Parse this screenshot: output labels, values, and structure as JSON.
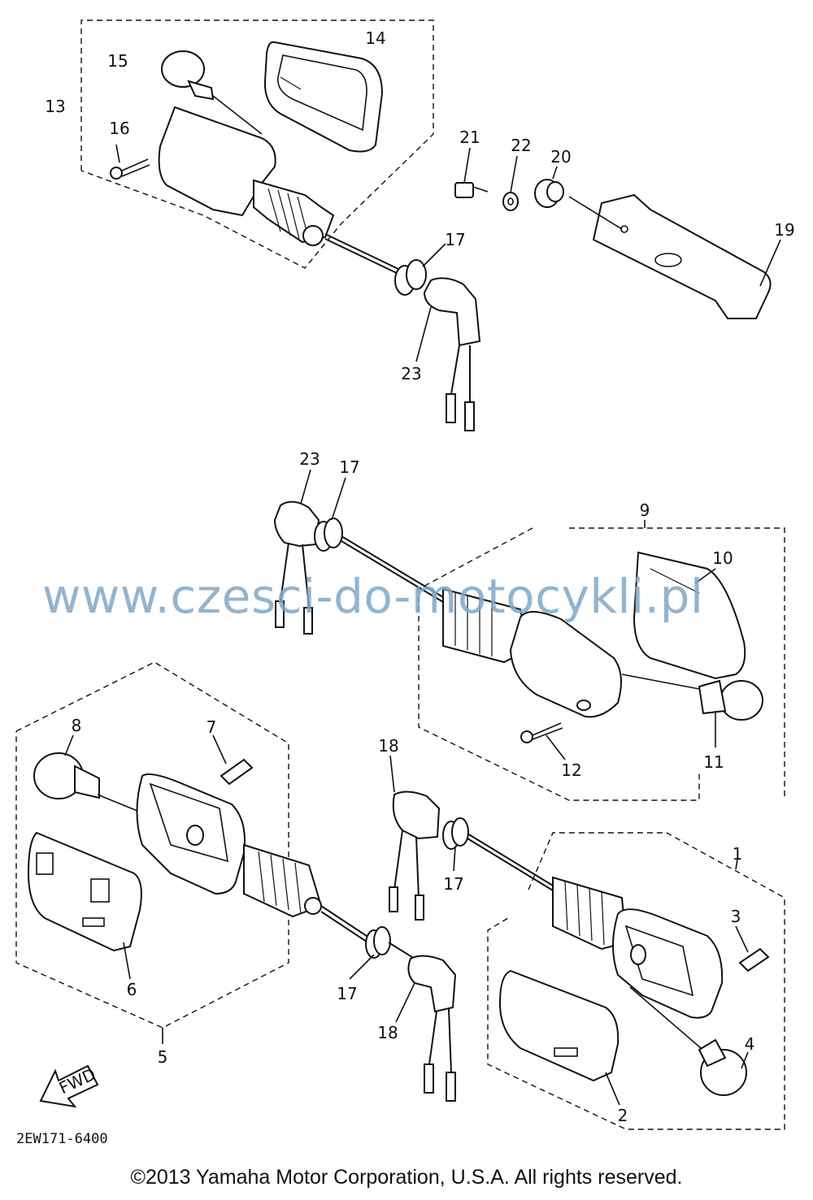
{
  "watermark": "www.czesci-do-motocykli.pl",
  "diagram_code": "2EW171-6400",
  "copyright": "©2013 Yamaha Motor Corporation, U.S.A. All rights reserved.",
  "fwd_label": "FWD",
  "callouts": {
    "c1": "1",
    "c2": "2",
    "c3": "3",
    "c4": "4",
    "c5": "5",
    "c6": "6",
    "c7": "7",
    "c8": "8",
    "c9": "9",
    "c10": "10",
    "c11": "11",
    "c12": "12",
    "c13": "13",
    "c14": "14",
    "c15": "15",
    "c16": "16",
    "c17a": "17",
    "c17b": "17",
    "c17c": "17",
    "c17d": "17",
    "c18a": "18",
    "c18b": "18",
    "c19": "19",
    "c20": "20",
    "c21": "21",
    "c22": "22",
    "c23a": "23",
    "c23b": "23"
  }
}
